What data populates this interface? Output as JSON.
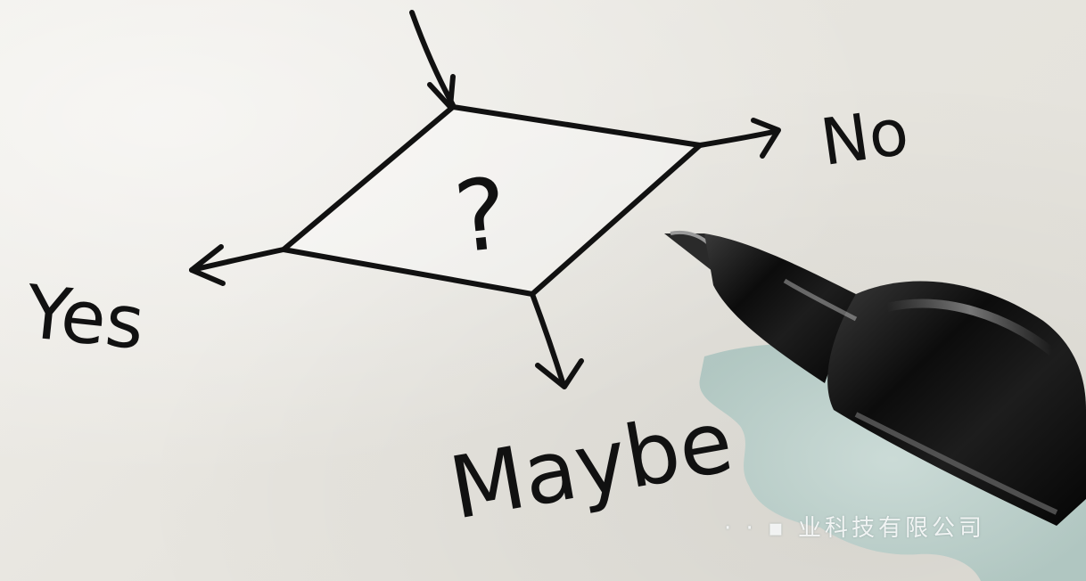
{
  "diagram": {
    "decision_symbol": "?",
    "branches": {
      "no": "No",
      "yes": "Yes",
      "maybe": "Maybe"
    }
  },
  "watermark": {
    "text": "· · ▪ 业科技有限公司"
  },
  "colors": {
    "paper": "#e9e7e1",
    "ink": "#111111",
    "pen_body": "#101010",
    "splash": "#b9cfcb"
  }
}
